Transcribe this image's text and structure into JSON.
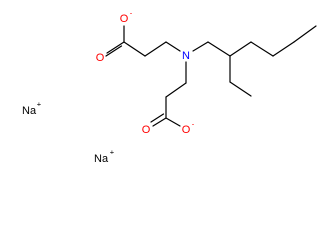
{
  "structure": {
    "nitrogen": {
      "label": "N",
      "color": "#0000ff"
    },
    "carboxylate_top": {
      "oxygen_single": "O",
      "oxygen_double": "O",
      "charge": "-",
      "color": "#ff0000"
    },
    "carboxylate_bottom": {
      "oxygen_single": "O",
      "oxygen_double": "O",
      "charge": "-",
      "color": "#ff0000"
    },
    "counterions": [
      {
        "symbol": "Na",
        "charge": "+"
      },
      {
        "symbol": "Na",
        "charge": "+"
      }
    ]
  }
}
